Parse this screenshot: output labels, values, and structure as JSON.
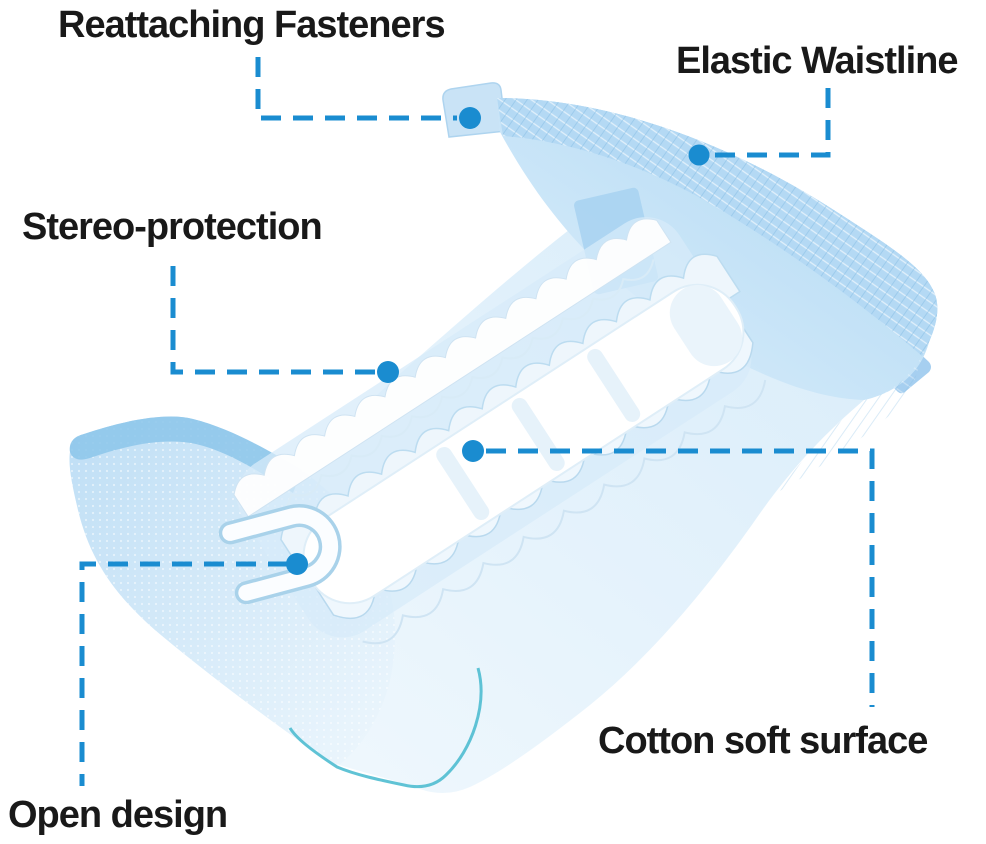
{
  "figure": {
    "accent_color": "#1a8cd0",
    "text_color": "#191919",
    "callouts": [
      {
        "id": "reattaching-fasteners",
        "label": "Reattaching Fasteners"
      },
      {
        "id": "elastic-waistline",
        "label": "Elastic Waistline"
      },
      {
        "id": "stereo-protection",
        "label": "Stereo-protection"
      },
      {
        "id": "cotton-soft-surface",
        "label": "Cotton soft surface"
      },
      {
        "id": "open-design",
        "label": "Open design"
      }
    ]
  }
}
